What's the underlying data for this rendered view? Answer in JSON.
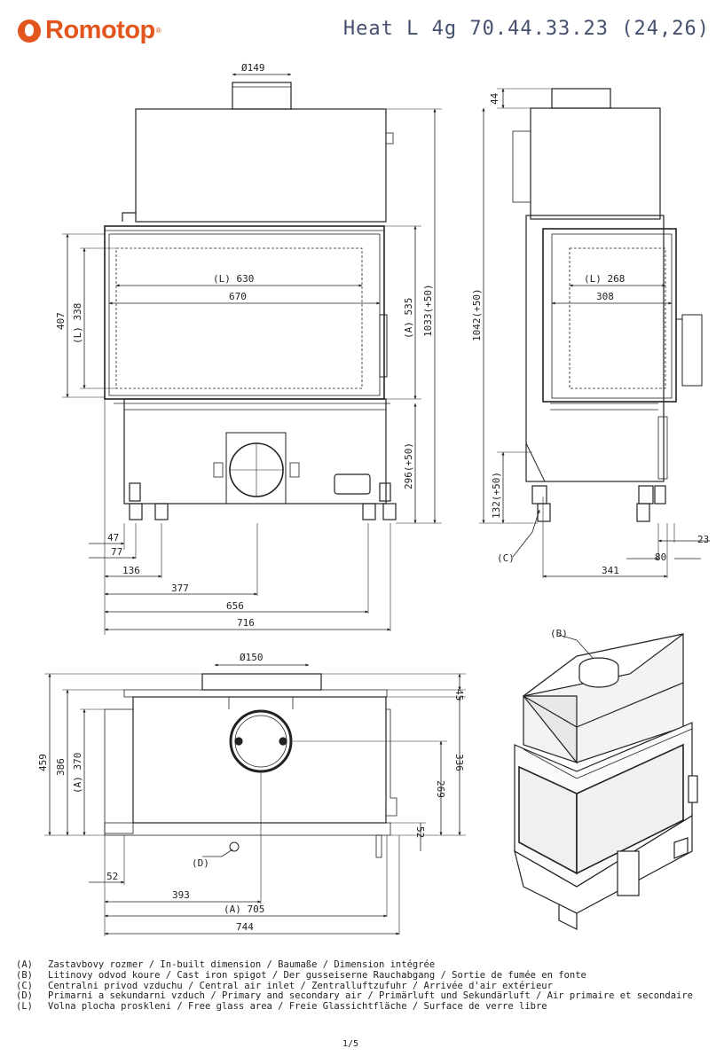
{
  "header": {
    "brand": "Romotop",
    "brand_mark": "®",
    "model": "Heat L 4g 70.44.33.23 (24,26)"
  },
  "front_view": {
    "flue": "Ø149",
    "glass_width": "(L) 630",
    "firebox_width": "670",
    "glass_height": "(L) 338",
    "door_height": "407",
    "frame_height": "(A) 535",
    "total_height": "1033(+50)",
    "base_height": "296(+50)",
    "dims_bottom": [
      "47",
      "77",
      "136",
      "377",
      "656",
      "716"
    ]
  },
  "side_view": {
    "top_offset": "44",
    "total_height": "1042(+50)",
    "glass_width": "(L) 268",
    "firebox_width": "308",
    "air_inlet_height": "132(+50)",
    "air_inlet_label": "(C)",
    "dims_bottom": [
      "23",
      "80",
      "341"
    ]
  },
  "top_view": {
    "flue": "Ø150",
    "depth_total": "459",
    "depth_1": "386",
    "depth_2": "(A) 370",
    "right_1": "45",
    "right_2": "336",
    "right_3": "269",
    "right_4": "52",
    "air_label": "(D)",
    "dims_bottom": [
      "52",
      "393",
      "(A) 705",
      "744"
    ]
  },
  "iso_view": {
    "label": "(B)"
  },
  "legend": [
    {
      "key": "(A)",
      "text": "Zastavbovy rozmer / In-built dimension / Baumaße / Dimension intégrée"
    },
    {
      "key": "(B)",
      "text": "Litinovy odvod koure / Cast iron spigot / Der gusseiserne Rauchabgang / Sortie de fumée en fonte"
    },
    {
      "key": "(C)",
      "text": "Centralni privod vzduchu / Central air inlet / Zentralluftzufuhr / Arrivée d'air extérieur"
    },
    {
      "key": "(D)",
      "text": "Primarni a sekundarni vzduch / Primary and secondary air / Primärluft und Sekundärluft / Air primaire et secondaire"
    },
    {
      "key": "(L)",
      "text": "Volna plocha proskleni / Free glass area / Freie Glassichtfläche / Surface de verre libre"
    }
  ],
  "page_number": "1/5"
}
